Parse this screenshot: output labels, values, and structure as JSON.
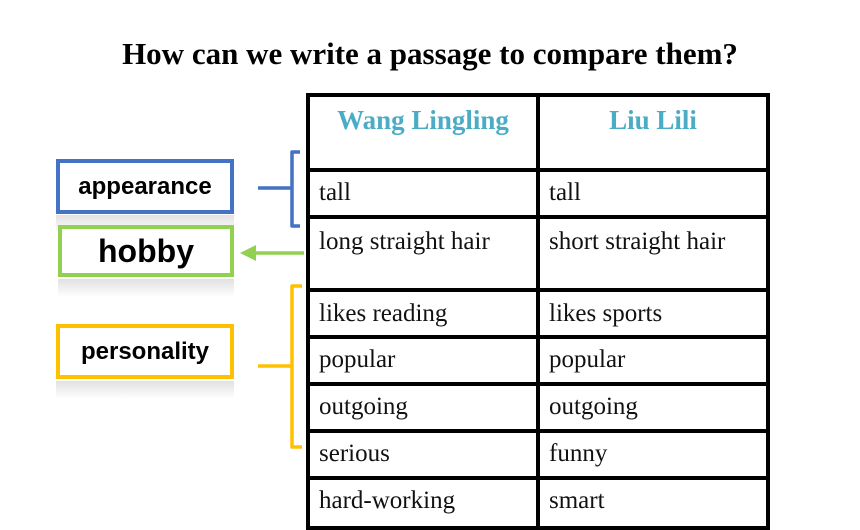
{
  "title": "How can we write a passage to compare them?",
  "headers": [
    "Wang Lingling",
    "Liu Lili"
  ],
  "rows": [
    [
      "tall",
      "tall"
    ],
    [
      "long straight hair",
      "short straight hair"
    ],
    [
      "likes reading",
      "likes sports"
    ],
    [
      "popular",
      "popular"
    ],
    [
      "outgoing",
      "outgoing"
    ],
    [
      "serious",
      "funny"
    ],
    [
      "hard-working",
      "smart"
    ]
  ],
  "categories": {
    "appearance": "appearance",
    "hobby": "hobby",
    "personality": "personality"
  },
  "colors": {
    "header_text": "#4bacc6",
    "appearance": "#4472c4",
    "hobby": "#92d050",
    "personality": "#ffc000"
  }
}
